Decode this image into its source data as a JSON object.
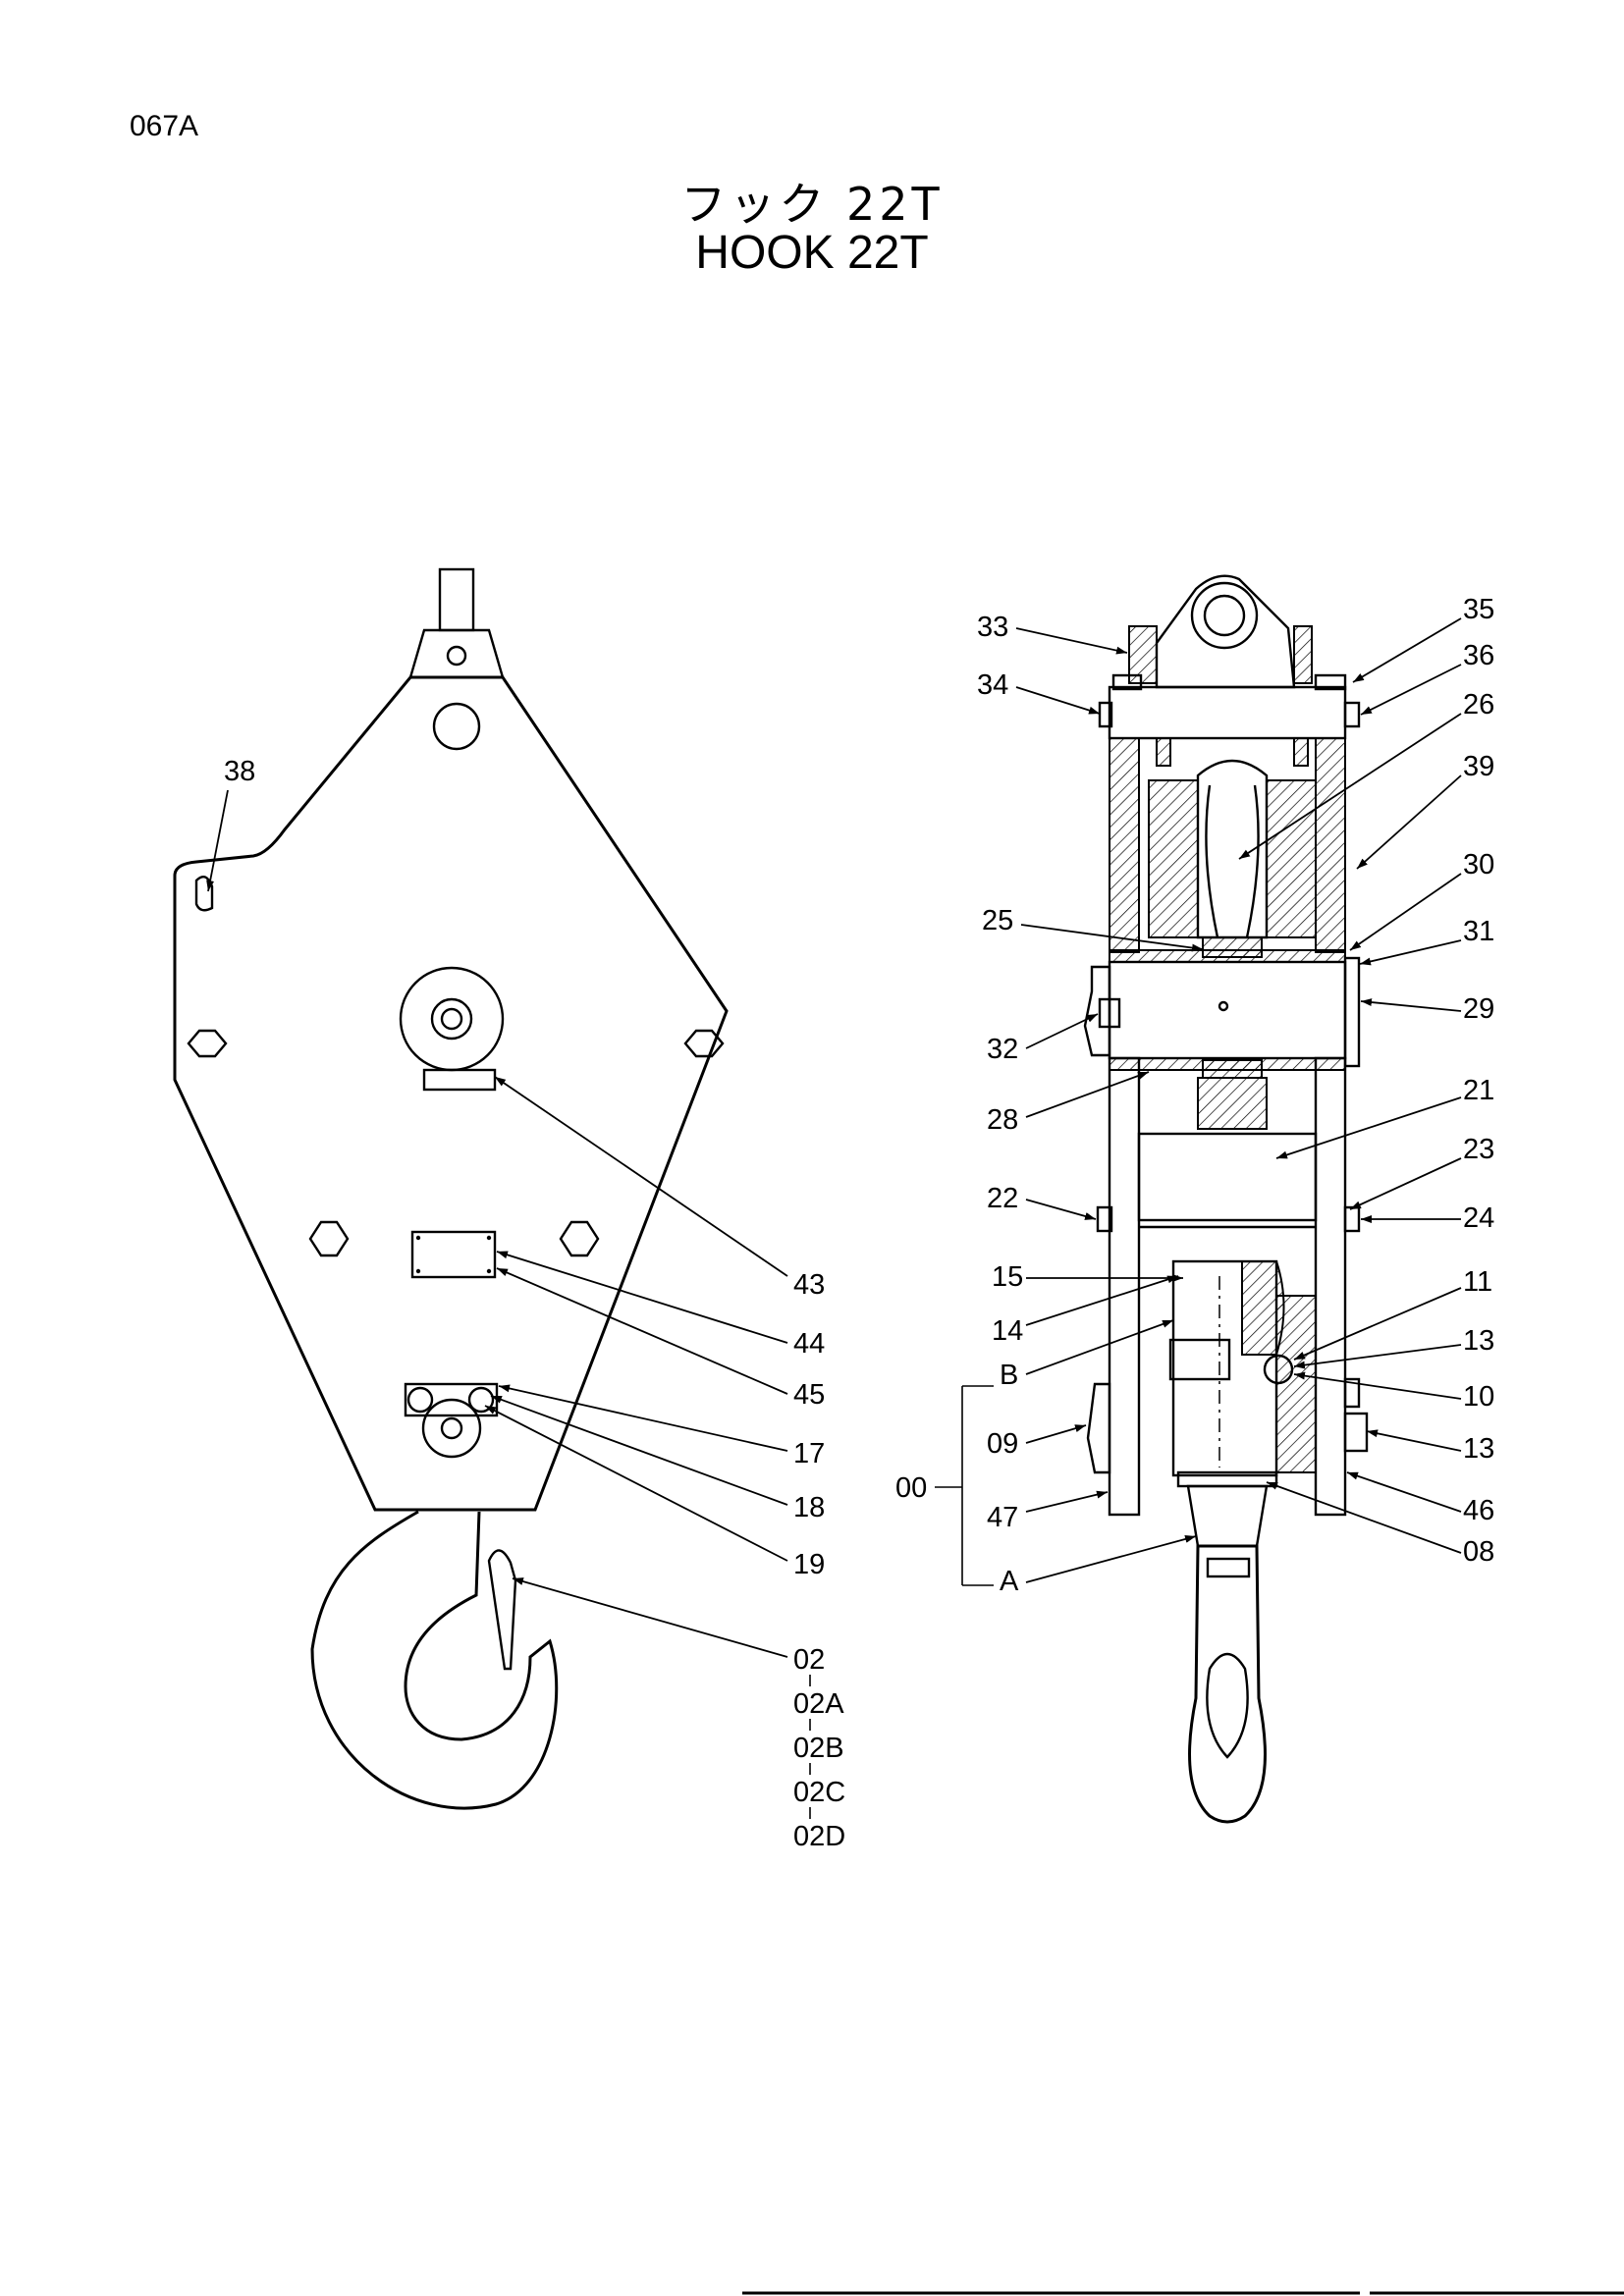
{
  "page_code": "067A",
  "title_jp": "フック 22T",
  "title_en": "HOOK 22T",
  "callouts_left": {
    "c38": "38",
    "c43": "43",
    "c44": "44",
    "c45": "45",
    "c17": "17",
    "c18": "18",
    "c19": "19",
    "c02": "02",
    "c02A": "02A",
    "c02B": "02B",
    "c02C": "02C",
    "c02D": "02D"
  },
  "callouts_right": {
    "c33": "33",
    "c34": "34",
    "c35": "35",
    "c36": "36",
    "c26": "26",
    "c39": "39",
    "c30": "30",
    "c31": "31",
    "c25": "25",
    "c29": "29",
    "c32": "32",
    "c28": "28",
    "c21": "21",
    "c23": "23",
    "c22": "22",
    "c24": "24",
    "c15": "15",
    "c11": "11",
    "c14": "14",
    "c13a": "13",
    "cB": "B",
    "c10": "10",
    "c09": "09",
    "c13b": "13",
    "c00": "00",
    "c47": "47",
    "c46": "46",
    "c08": "08",
    "cA": "A"
  }
}
